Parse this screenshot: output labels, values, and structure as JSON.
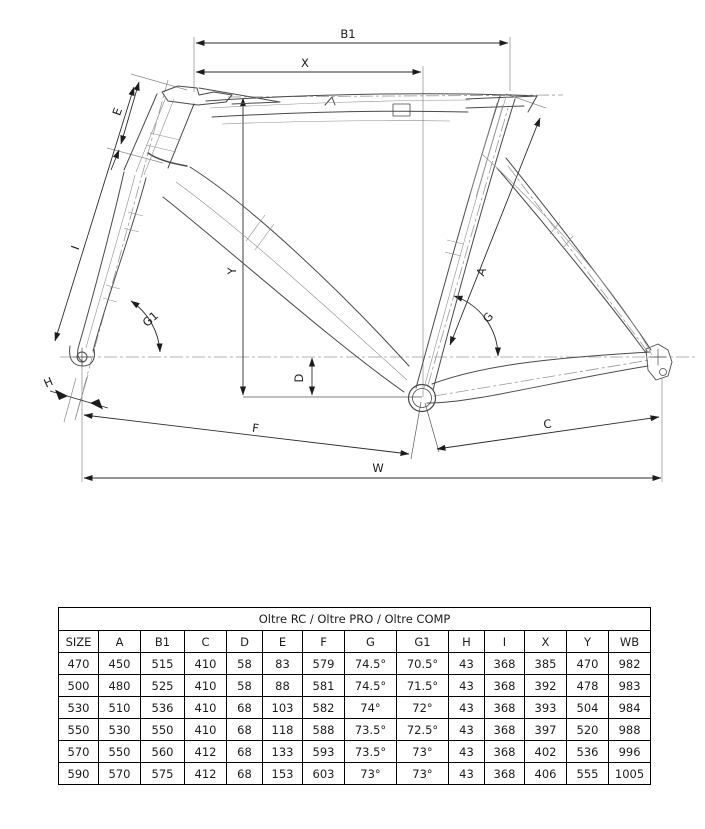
{
  "diagram": {
    "labels": {
      "b1": "B1",
      "x": "X",
      "e": "E",
      "i": "I",
      "y": "Y",
      "d": "D",
      "g1": "G1",
      "g": "G",
      "a": "A",
      "h": "H",
      "f": "F",
      "c": "C",
      "w": "W"
    }
  },
  "table": {
    "title": "Oltre RC / Oltre PRO / Oltre COMP",
    "headers": [
      "SIZE",
      "A",
      "B1",
      "C",
      "D",
      "E",
      "F",
      "G",
      "G1",
      "H",
      "I",
      "X",
      "Y",
      "WB"
    ],
    "rows": [
      [
        "470",
        "450",
        "515",
        "410",
        "58",
        "83",
        "579",
        "74.5°",
        "70.5°",
        "43",
        "368",
        "385",
        "470",
        "982"
      ],
      [
        "500",
        "480",
        "525",
        "410",
        "58",
        "88",
        "581",
        "74.5°",
        "71.5°",
        "43",
        "368",
        "392",
        "478",
        "983"
      ],
      [
        "530",
        "510",
        "536",
        "410",
        "68",
        "103",
        "582",
        "74°",
        "72°",
        "43",
        "368",
        "393",
        "504",
        "984"
      ],
      [
        "550",
        "530",
        "550",
        "410",
        "68",
        "118",
        "588",
        "73.5°",
        "72.5°",
        "43",
        "368",
        "397",
        "520",
        "988"
      ],
      [
        "570",
        "550",
        "560",
        "412",
        "68",
        "133",
        "593",
        "73.5°",
        "73°",
        "43",
        "368",
        "402",
        "536",
        "996"
      ],
      [
        "590",
        "570",
        "575",
        "412",
        "68",
        "153",
        "603",
        "73°",
        "73°",
        "43",
        "368",
        "406",
        "555",
        "1005"
      ]
    ]
  }
}
